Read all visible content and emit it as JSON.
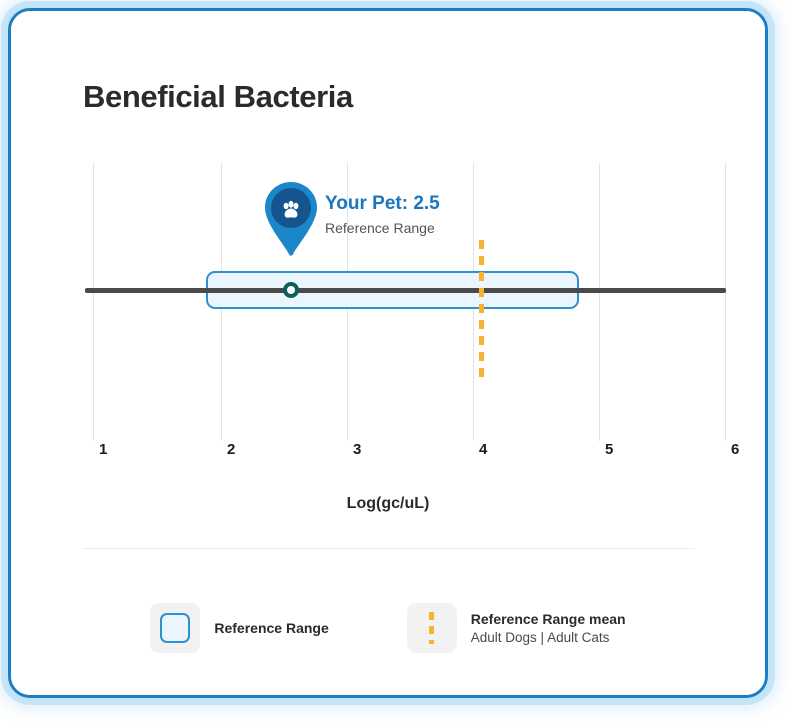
{
  "card": {
    "title": "Beneficial Bacteria",
    "border_color": "#1a7fc4",
    "glow_color": "#add8f5"
  },
  "marker": {
    "value_label": "Your Pet: 2.5",
    "subtitle": "Reference Range",
    "icon": "paw-icon",
    "pin_color": "#1b87c9",
    "pin_inner_color": "#16548f",
    "value_color": "#1b76bc",
    "dot_color": "#0d5f5a"
  },
  "axis": {
    "title": "Log(gc/uL)",
    "ticks": [
      "1",
      "2",
      "3",
      "4",
      "5",
      "6"
    ],
    "line_color": "#4a4a4a",
    "grid_color": "#e3e3e3"
  },
  "legend": {
    "items": [
      {
        "swatch": "reference-range-swatch",
        "primary": "Reference Range",
        "secondary": "",
        "color": "#2f8fd0"
      },
      {
        "swatch": "reference-mean-swatch",
        "primary": "Reference Range mean",
        "secondary": "Adult Dogs | Adult Cats",
        "color": "#f7b32b"
      }
    ]
  },
  "chart_data": {
    "type": "bar",
    "title": "Beneficial Bacteria",
    "xlabel": "Log(gc/uL)",
    "ylabel": "",
    "xlim": [
      1,
      6
    ],
    "xticks": [
      1,
      2,
      3,
      4,
      5,
      6
    ],
    "grid": true,
    "legend_position": "bottom",
    "series": [
      {
        "name": "Reference Range",
        "type": "range-band",
        "x_start": 1.88,
        "x_end": 4.83,
        "fill": "#eaf5fd",
        "stroke": "#2f8fd0"
      },
      {
        "name": "Reference Range mean",
        "type": "vertical-line",
        "x": 4.05,
        "style": "dashed",
        "color": "#f7b32b"
      },
      {
        "name": "Your Pet",
        "type": "point",
        "x": 2.5,
        "label": "Your Pet: 2.5",
        "color": "#0d5f5a"
      }
    ],
    "annotations": [
      {
        "text": "Your Pet: 2.5",
        "x": 2.5
      },
      {
        "text": "Reference Range",
        "x": 2.5
      }
    ]
  }
}
